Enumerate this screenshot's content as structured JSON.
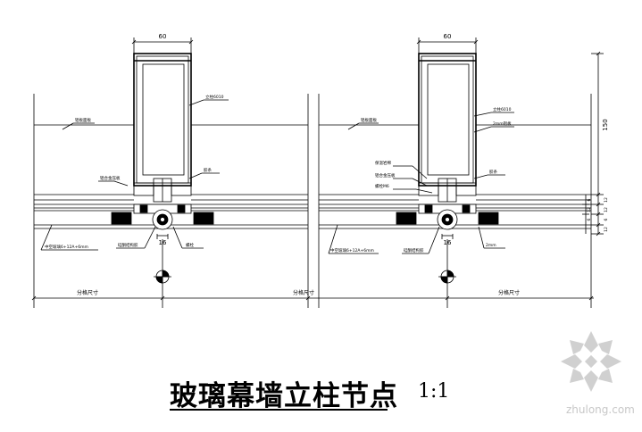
{
  "title": "玻璃幕墙立柱节点",
  "scale": "1:1",
  "watermark": "zhulong.com",
  "left_node": {
    "width_dim": "60",
    "mullion_label": "立柱6010",
    "wall_label": "铝板面板",
    "gasket_label": "胶条",
    "cover_label": "铝合金压板",
    "sealant_label": "硅酮结构胶",
    "glass_label": "中空玻璃6+12A+6mm",
    "bolt_dim": "16",
    "screw_label": "螺栓",
    "bottom_left_label": "中空玻璃6+12A+6mm"
  },
  "right_node": {
    "width_dim": "60",
    "mullion_label": "立柱6010",
    "wall_label": "铝板面板",
    "steel_label": "2mm铝板",
    "gasket_label": "胶条",
    "insul_label": "保温岩棉",
    "cover_label": "铝合金压板",
    "bolt_label": "螺栓M6",
    "bolt_dim": "16",
    "glass_label": "中空玻璃6+12A+6mm",
    "sealant_label": "硅酮结构胶",
    "spacer_label": "2mm",
    "height_dim": "150",
    "right_dims": [
      "12",
      "12",
      "6",
      "12"
    ],
    "right_dims_small": [
      "6",
      "12",
      "6"
    ]
  },
  "bottom_dims": {
    "left": "分格尺寸",
    "middle": "分格尺寸",
    "right": "分格尺寸"
  }
}
